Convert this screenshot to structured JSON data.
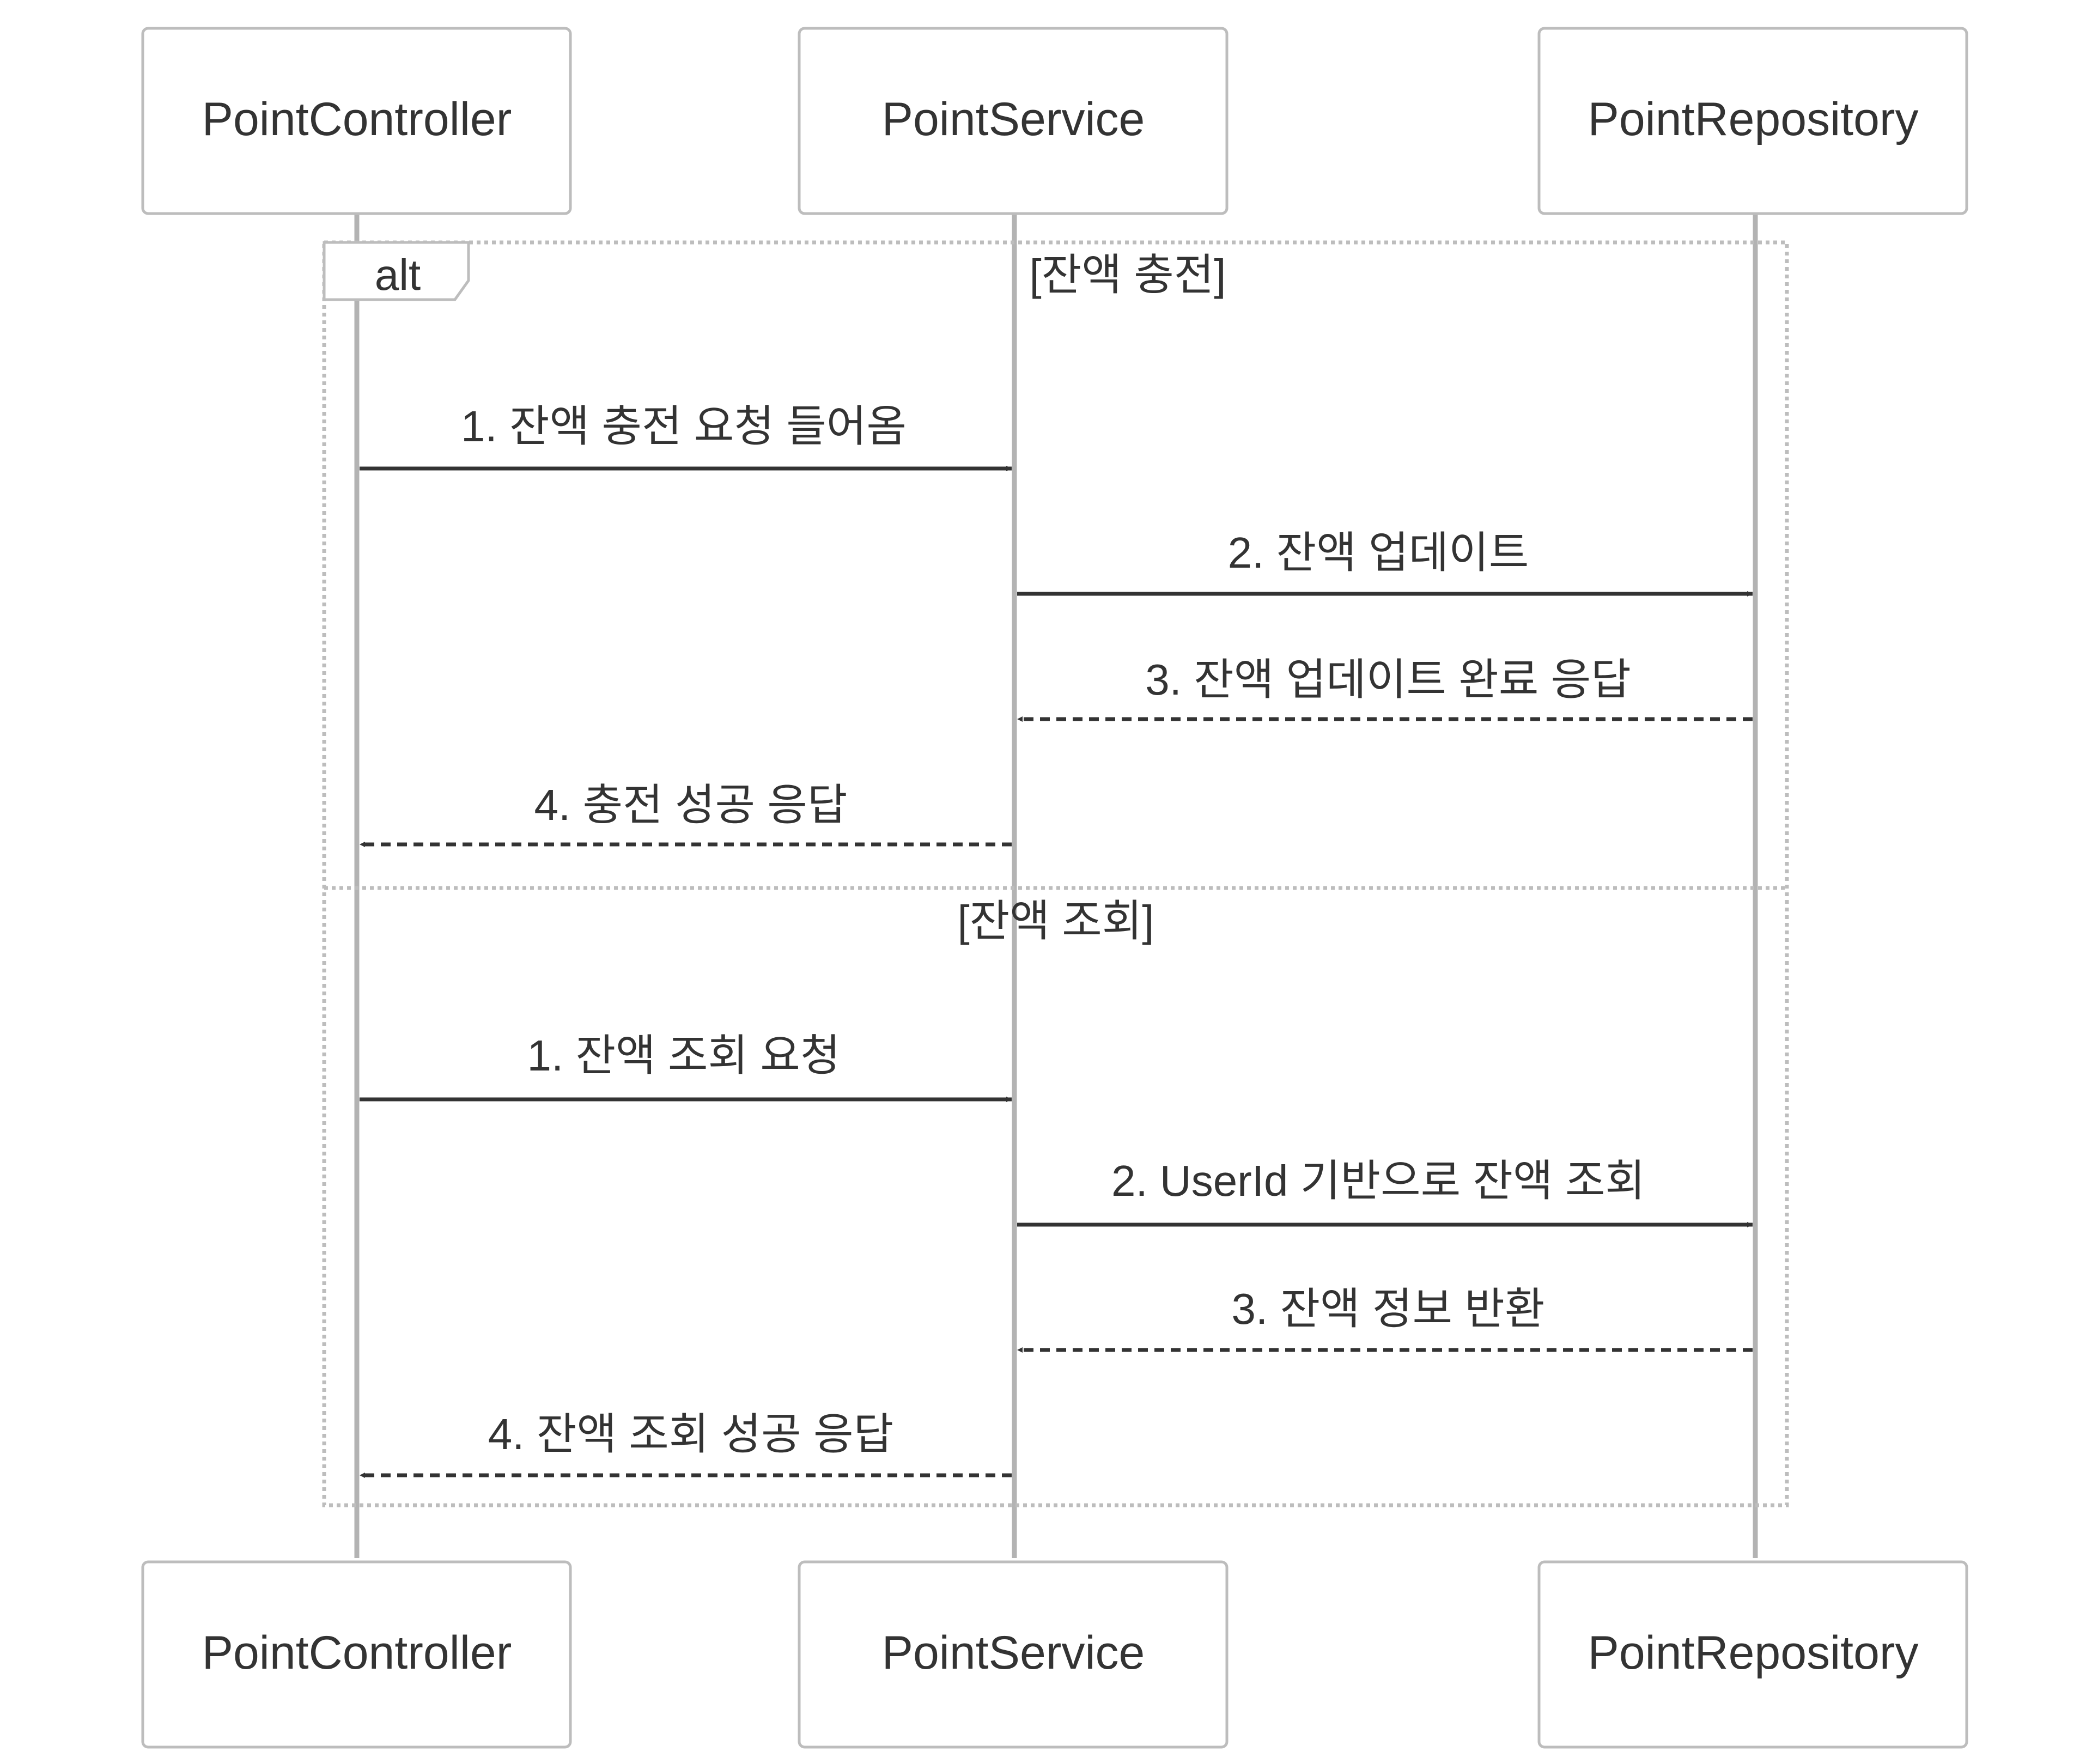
{
  "participants": [
    {
      "id": "controller",
      "label": "PointController"
    },
    {
      "id": "service",
      "label": "PointService"
    },
    {
      "id": "repository",
      "label": "PointRepository"
    }
  ],
  "fragment": {
    "operator": "alt",
    "sections": [
      {
        "guard": "[잔액 충전]",
        "messages": [
          {
            "from": "controller",
            "to": "service",
            "text": "1. 잔액 충전 요청 들어옴",
            "style": "solid"
          },
          {
            "from": "service",
            "to": "repository",
            "text": "2. 잔액 업데이트",
            "style": "solid"
          },
          {
            "from": "repository",
            "to": "service",
            "text": "3. 잔액 업데이트 완료 응답",
            "style": "dashed"
          },
          {
            "from": "service",
            "to": "controller",
            "text": "4. 충전 성공 응답",
            "style": "dashed"
          }
        ]
      },
      {
        "guard": "[잔액 조회]",
        "messages": [
          {
            "from": "controller",
            "to": "service",
            "text": "1. 잔액 조회 요청",
            "style": "solid"
          },
          {
            "from": "service",
            "to": "repository",
            "text": "2. UserId 기반으로 잔액 조회",
            "style": "solid"
          },
          {
            "from": "repository",
            "to": "service",
            "text": "3. 잔액 정보 반환",
            "style": "dashed"
          },
          {
            "from": "service",
            "to": "controller",
            "text": "4. 잔액 조회 성공 응답",
            "style": "dashed"
          }
        ]
      }
    ]
  }
}
